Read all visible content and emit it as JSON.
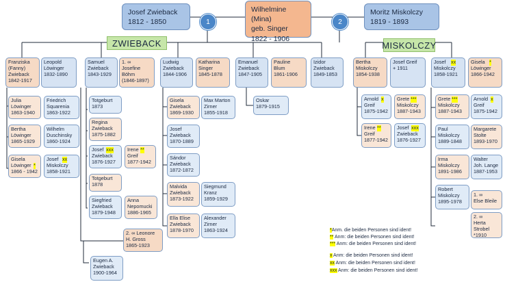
{
  "headers": {
    "josef": "Josef Zwieback\n1812 - 1850",
    "wilhelmine": "Wilhelmine (Mina)\ngeb. Singer\n1822 - 1906",
    "moritz": "Moritz Miskolczy\n1819 - 1893",
    "circle1": "1",
    "circle2": "2"
  },
  "branches": {
    "zwieback": "ZWIEBACK",
    "miskolczy": "MISKOLCZY"
  },
  "people": {
    "franziska": "Franziska\n(Fanny)\nZwieback\n1842-1917",
    "leopold": "Leopold\nLöwinger\n1832-1890",
    "samuel": "Samuel\nZwieback\n1843-1929",
    "josefine": "1. ∞\nJosefine\nBöhm\n(1846-1897)",
    "ludwig": "Ludwig\nZwieback\n1844-1906",
    "katharina": "Katharina\nSinger\n1845-1878",
    "emanuel": "Emanuel\nZwieback\n1847-1905",
    "pauline": "Pauline\nBlum\n1861-1906",
    "izidor": "Izidor\nZwieback\n1849-1853",
    "bertha_m": "Bertha\nMiskolczy\n1854-1938",
    "josef_greif": "Josef Greif\n+ 1911",
    "josef_m": "Josef\nMiskolczy\n1858-1921",
    "gisela_l2": "Gisela\nLöwinger\n1866-1942",
    "julia": "Julia\nLöwinger\n1863-1940",
    "friedrich": "Friedrich\nSquarenia\n1863-1922",
    "bertha_l": "Bertha\nLöwinger\n1865-1929",
    "wilhelm": "Wilhelm\nDuschinsky\n1860-1924",
    "gisela_l1": "Gisela\nLöwinger\n1866 - 1942",
    "josef_m2": "Josef\nMiskolczy\n1858-1921",
    "totgeburt1": "Totgeburt\n1873",
    "regina": "Regina\nZwieback\n1875-1882",
    "josef_z": "Josef\nZwieback\n1876-1927",
    "irene_g1": "Irene\nGreif\n1877-1942",
    "totgeburt2": "Totgeburt\n1878",
    "siegfried": "Siegfried\nZwieback\n1879-1948",
    "anna": "Anna\nNepomucki\n1886-1965",
    "leonore": "2. ∞ Leonore\nH. Gross\n1865-1923",
    "eugen": "Eugen A.\nZwieback\n1900-1964",
    "gisela_z": "Gisela\nZwieback\n1869-1930",
    "max": "Max Marton\nZirner\n1855-1918",
    "josef_z2": "Josef\nZwieback\n1870-1889",
    "sandor": "Sándor\nZwieback\n1872-1872",
    "malvida": "Malvida\nZwieback\n1873-1922",
    "siegmund": "Siegmund\nKranz\n1859-1929",
    "ella": "Ella Elise\nZwieback\n1878-1970",
    "alexander": "Alexander\nZirner\n1863-1924",
    "oskar": "Oskar\n1879-1915",
    "arnold_g1": "Arnold\nGreif\n1875-1942",
    "grete_m1": "Grete\nMiskolczy\n1887-1943",
    "irene_g2": "Irene\nGreif\n1877-1942",
    "josef_z3": "Josef\nZwieback\n1876-1927",
    "grete_m2": "Grete\nMiskolczy\n1887-1943",
    "arnold_g2": "Arnold\nGreif\n1875-1942",
    "paul": "Paul\nMiskolczy\n1889-1848",
    "margarete": "Margarete\nStolte\n1893-1970",
    "irma": "Irma\nMiskolczy\n1891-1986",
    "walter": "Walter\nJoh. Lange\n1887-1953",
    "robert": "Robert\nMiskolczy\n1895-1978",
    "else": "1. ∞\nElse Bleile",
    "herta": "2. ∞\nHerta\nStrobel\n*1910"
  },
  "marks": {
    "star1": "*",
    "star2": "**",
    "star3": "***",
    "x1": "x",
    "x2": "xx",
    "x3": "xxx"
  },
  "notes": {
    "star1": "Anm. die beiden Personen sind ident!",
    "star2": " Anm: die beiden Personen sind ident!",
    "star3": "  Anm: die beiden Personen sind ident!",
    "x1": " Anm: die beiden Personen sind ident!",
    "x2": " Anm: die beiden Personen sind ident!",
    "x3": " Anm: die beiden Personen sind ident!"
  },
  "colors": {
    "male": "#d6e3f3",
    "female": "#f6dac5",
    "child_male": "#e0ebf7",
    "child_female": "#f9e6d7",
    "header_male": "#a9c4e6",
    "header_female": "#f4b78f",
    "branch_label": "#c6e6a9",
    "circle": "#4a86c8",
    "highlight": "#ffff00",
    "line": "#1f2a3a"
  }
}
